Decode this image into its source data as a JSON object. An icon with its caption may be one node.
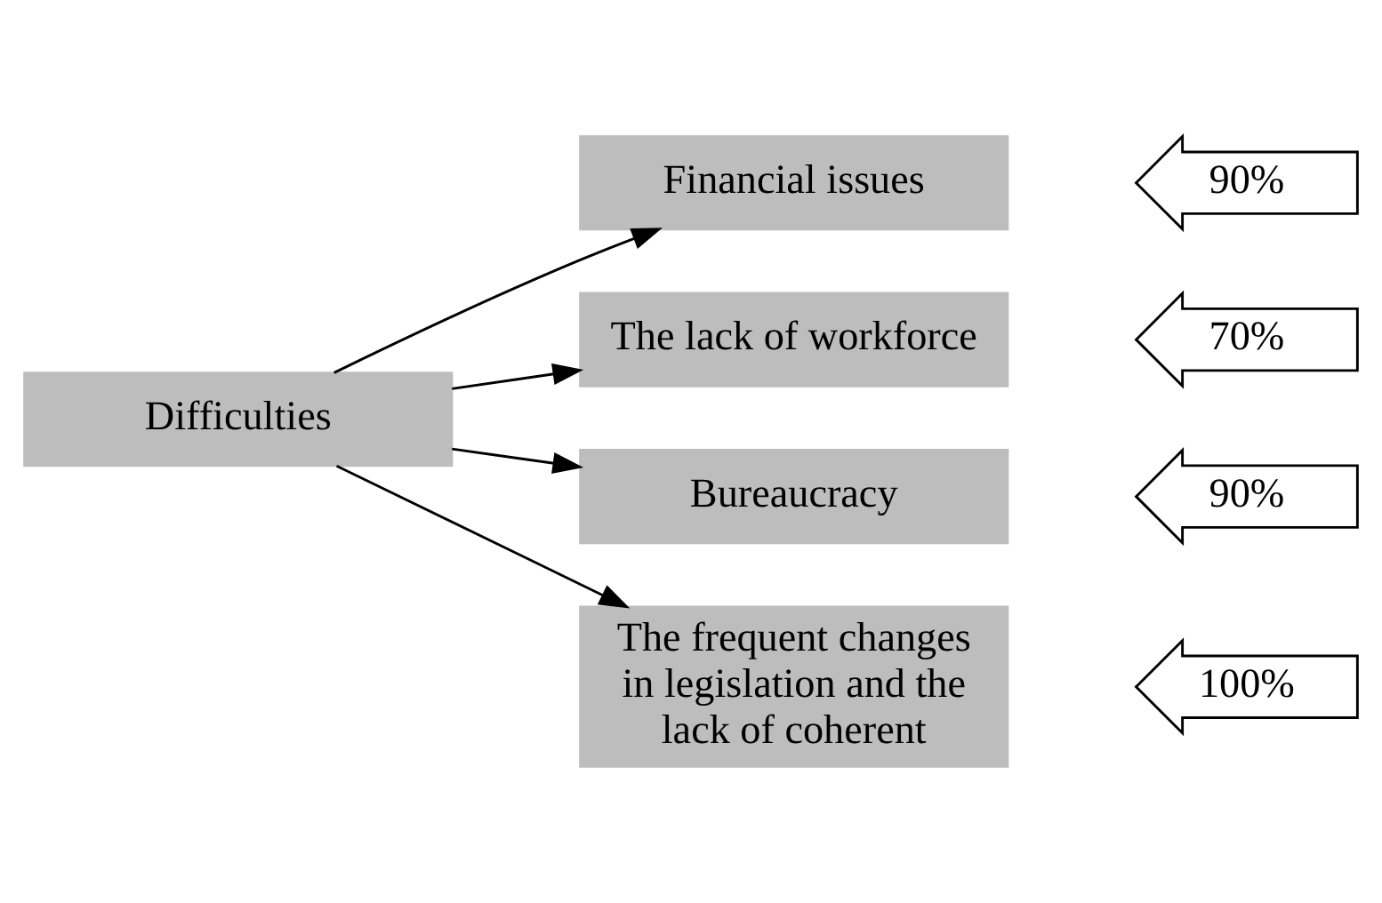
{
  "diagram": {
    "nodes": [
      {
        "text": [
          "Difficulties"
        ]
      },
      {
        "text": [
          "Financial issues"
        ]
      },
      {
        "text": [
          "The lack of workforce"
        ]
      },
      {
        "text": [
          "Bureaucracy"
        ]
      },
      {
        "text": [
          "The frequent changes in legislation and the lack of coherent"
        ]
      },
      {
        "text": [
          "90%"
        ]
      },
      {
        "text": [
          "70%"
        ]
      },
      {
        "text": [
          "90%"
        ]
      },
      {
        "text": [
          "100%"
        ]
      }
    ],
    "edges": [
      {
        "from": 0,
        "to": 1,
        "arrow": "to"
      },
      {
        "from": 0,
        "to": 2,
        "arrow": "to"
      },
      {
        "from": 0,
        "to": 3,
        "arrow": "to"
      },
      {
        "from": 0,
        "to": 4,
        "arrow": "to"
      }
    ]
  }
}
